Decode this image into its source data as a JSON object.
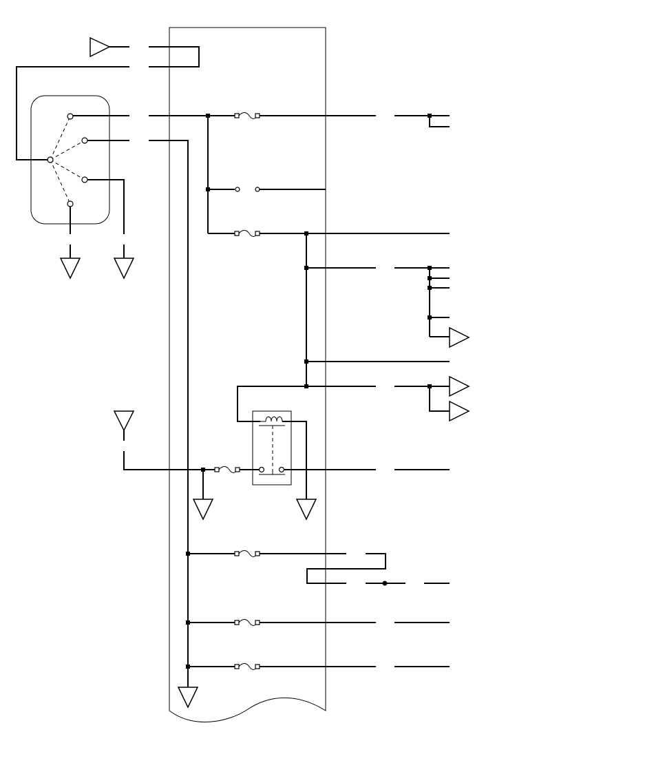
{
  "diagram": {
    "type": "electrical-wiring-schematic",
    "components": [
      "multi-position-switch",
      "fuse-block",
      "relay",
      "ground-symbols",
      "connector-arrows",
      "splice-nodes",
      "fusible-links"
    ],
    "colors": {
      "line": "#000000",
      "background": "#ffffff",
      "terminal_fill": "#ffffff"
    }
  }
}
